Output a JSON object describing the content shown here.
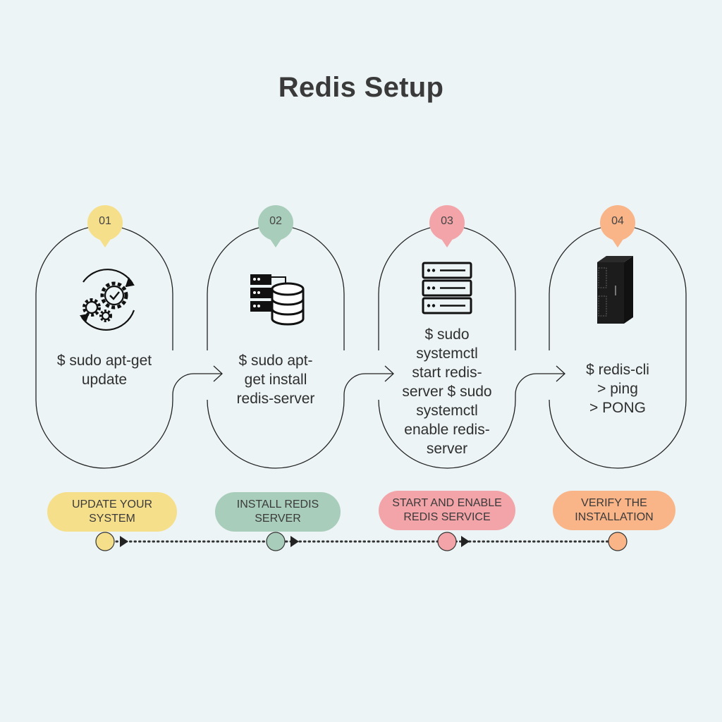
{
  "title": "Redis Setup",
  "steps": [
    {
      "number": "01",
      "icon": "gears-cycle-icon",
      "command": "$ sudo apt-get\nupdate",
      "label": "UPDATE YOUR\nSYSTEM",
      "color": "#f6df8b"
    },
    {
      "number": "02",
      "icon": "server-database-icon",
      "command": "$ sudo apt-\nget install\nredis-server",
      "label": "INSTALL REDIS\nSERVER",
      "color": "#a9cdbb"
    },
    {
      "number": "03",
      "icon": "server-rack-icon",
      "command": "$ sudo\nsystemctl\nstart redis-\nserver $ sudo\nsystemctl\nenable  redis-\nserver",
      "label": "START AND ENABLE\nREDIS SERVICE",
      "color": "#f2a4a8"
    },
    {
      "number": "04",
      "icon": "server-cabinet-icon",
      "command": "$ redis-cli\n> ping\n> PONG",
      "label": "VERIFY THE\nINSTALLATION",
      "color": "#f9b487"
    }
  ]
}
